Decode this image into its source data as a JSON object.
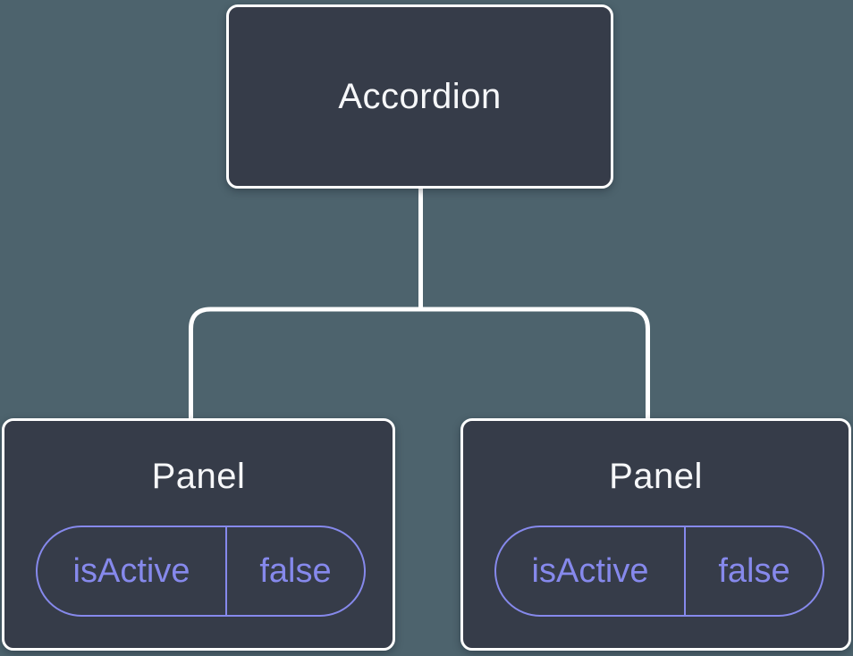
{
  "diagram": {
    "description": "component tree diagram",
    "root": {
      "label": "Accordion"
    },
    "children": [
      {
        "label": "Panel",
        "state": {
          "key": "isActive",
          "value": "false"
        }
      },
      {
        "label": "Panel",
        "state": {
          "key": "isActive",
          "value": "false"
        }
      }
    ],
    "colors": {
      "background": "#4d636d",
      "node_fill": "#363c49",
      "node_border": "#ffffff",
      "node_text": "#f6f7f9",
      "connector": "#ffffff",
      "state_accent": "#8689ec"
    }
  }
}
